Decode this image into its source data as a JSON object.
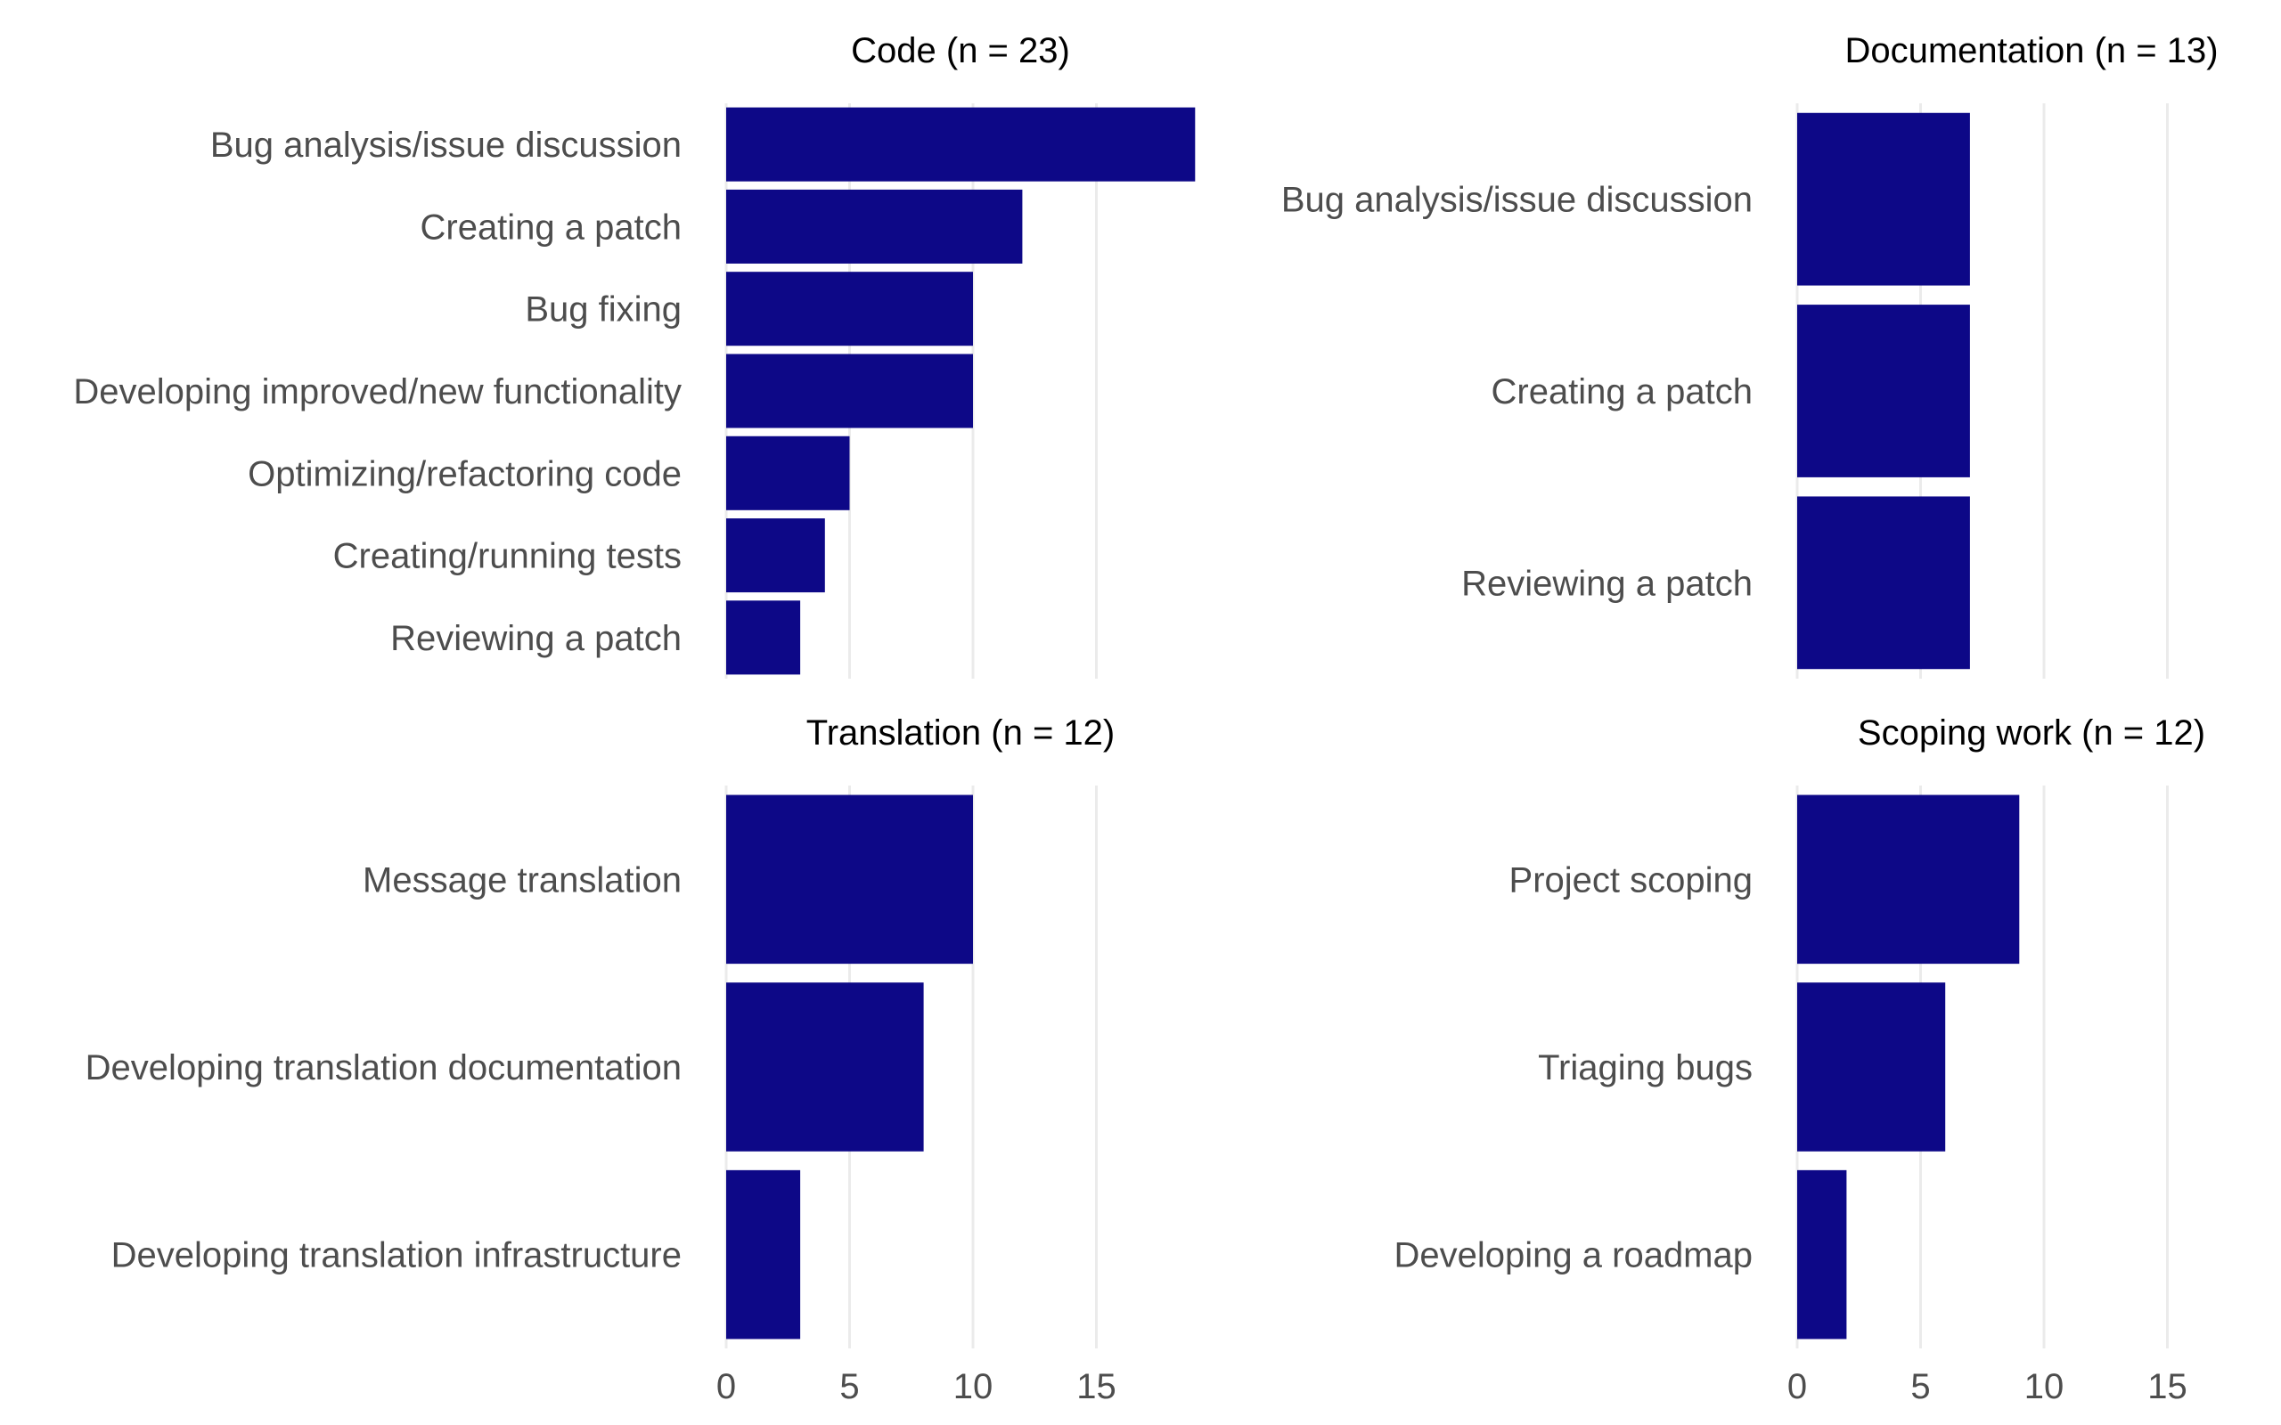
{
  "colors": {
    "bar": "#0d0887",
    "grid": "#ebebeb",
    "label": "#4d4d4d",
    "title": "#000000",
    "background": "#ffffff"
  },
  "chart_data": [
    {
      "type": "bar",
      "orientation": "horizontal",
      "title": "Code (n = 23)",
      "categories": [
        "Bug analysis/issue discussion",
        "Creating a patch",
        "Bug fixing",
        "Developing improved/new functionality",
        "Optimizing/refactoring code",
        "Creating/running tests",
        "Reviewing a patch"
      ],
      "values": [
        19,
        12,
        10,
        10,
        5,
        4,
        3
      ],
      "xlim": [
        0,
        20
      ],
      "xticks": [
        0,
        5,
        10,
        15
      ],
      "show_tick_labels": false,
      "grid": "vertical"
    },
    {
      "type": "bar",
      "orientation": "horizontal",
      "title": "Documentation (n = 13)",
      "categories": [
        "Bug analysis/issue discussion",
        "Creating a patch",
        "Reviewing a patch"
      ],
      "values": [
        7,
        7,
        7
      ],
      "xlim": [
        0,
        20
      ],
      "xticks": [
        0,
        5,
        10,
        15
      ],
      "show_tick_labels": false,
      "grid": "vertical"
    },
    {
      "type": "bar",
      "orientation": "horizontal",
      "title": "Translation (n = 12)",
      "categories": [
        "Message translation",
        "Developing translation documentation",
        "Developing translation infrastructure"
      ],
      "values": [
        10,
        8,
        3
      ],
      "xlim": [
        0,
        20
      ],
      "xticks": [
        0,
        5,
        10,
        15
      ],
      "show_tick_labels": true,
      "grid": "vertical"
    },
    {
      "type": "bar",
      "orientation": "horizontal",
      "title": "Scoping work (n = 12)",
      "categories": [
        "Project scoping",
        "Triaging bugs",
        "Developing a roadmap"
      ],
      "values": [
        9,
        6,
        2
      ],
      "xlim": [
        0,
        20
      ],
      "xticks": [
        0,
        5,
        10,
        15
      ],
      "show_tick_labels": true,
      "grid": "vertical"
    }
  ]
}
